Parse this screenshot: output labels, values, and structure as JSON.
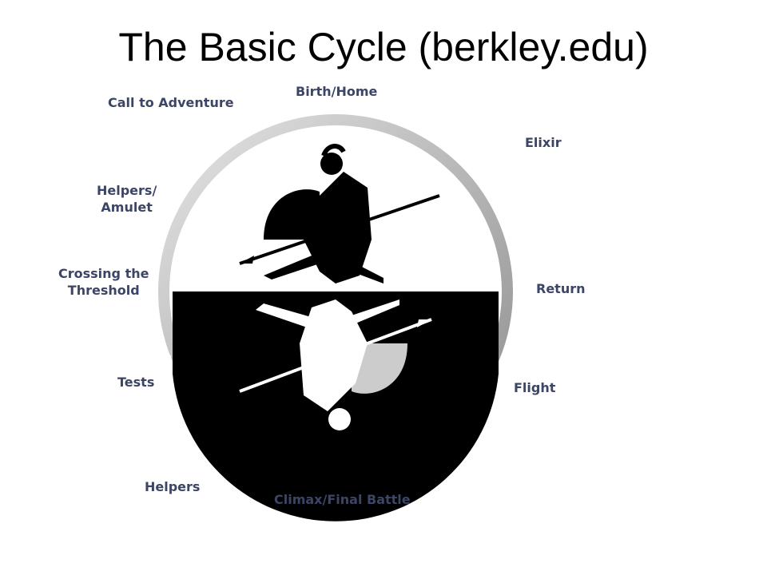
{
  "slide": {
    "title": "The Basic Cycle (berkley.edu)"
  },
  "cycle": {
    "stages": {
      "birth_home": "Birth/Home",
      "call_to_adventure": "Call to Adventure",
      "helpers_amulet_line1": "Helpers/",
      "helpers_amulet_line2": "Amulet",
      "crossing_line1": "Crossing the",
      "crossing_line2": "Threshold",
      "tests": "Tests",
      "helpers": "Helpers",
      "climax": "Climax/Final Battle",
      "flight": "Flight",
      "return": "Return",
      "elixir": "Elixir"
    },
    "colors": {
      "label": "#3c4566",
      "ring": "#bdbdbd",
      "lower_half": "#000000"
    },
    "illustration": "hoplite-warrior-figure"
  }
}
